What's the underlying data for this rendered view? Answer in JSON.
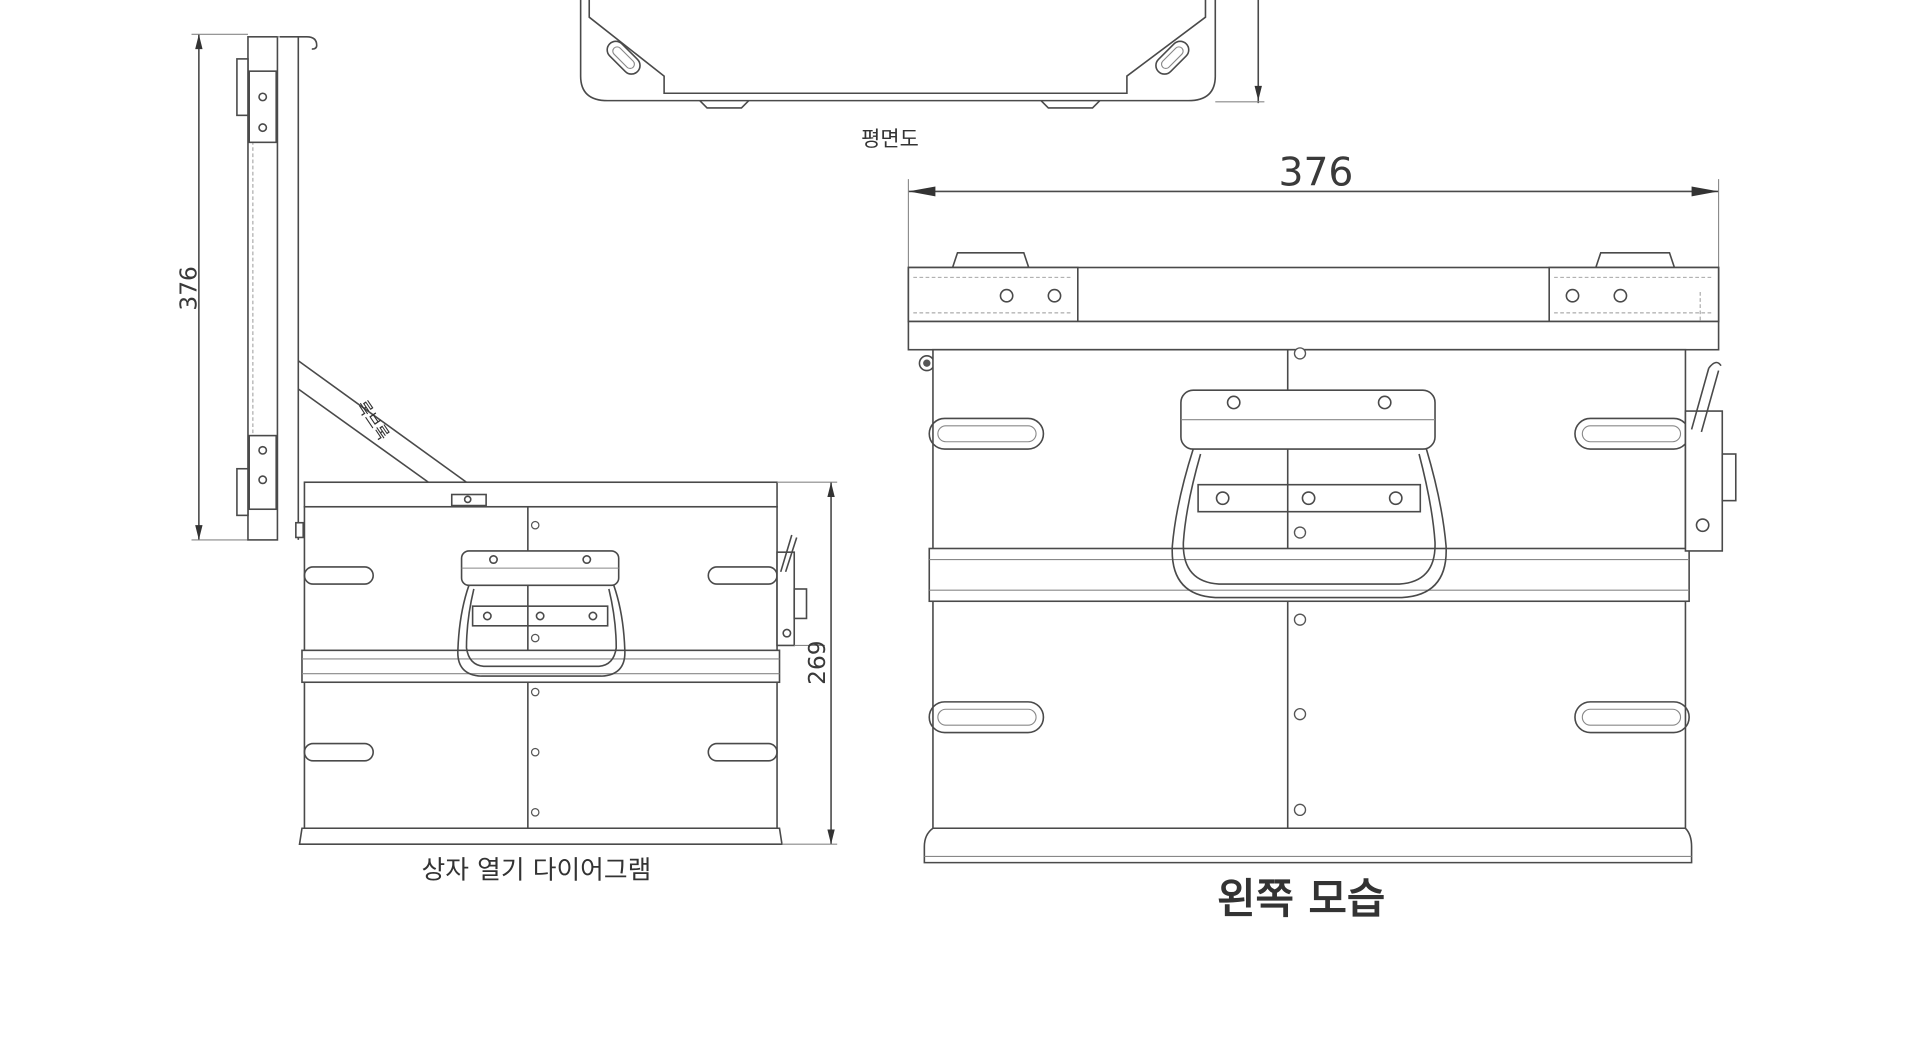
{
  "plan_view": {
    "caption": "평면도"
  },
  "open_diagram": {
    "caption": "상자 열기 다이어그램",
    "lid_height_dim": "376",
    "box_height_dim": "269",
    "strut_label": "록브록"
  },
  "left_view": {
    "caption": "왼쪽 모습",
    "width_dim": "376"
  }
}
